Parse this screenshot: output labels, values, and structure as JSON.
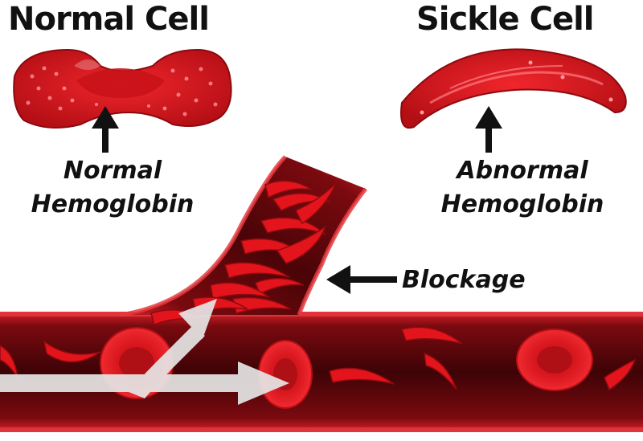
{
  "titles": {
    "normal": "Normal Cell",
    "sickle": "Sickle Cell"
  },
  "captions": {
    "normal_line1": "Normal",
    "normal_line2": "Hemoglobin",
    "abnormal_line1": "Abnormal",
    "abnormal_line2": "Hemoglobin",
    "blockage": "Blockage"
  },
  "colors": {
    "vessel_outer": "#b5121b",
    "vessel_inner": "#5a0508",
    "cell_red": "#e3141c",
    "cell_dark": "#a80f14",
    "flow_arrow": "#e6e6e6",
    "text": "#111111"
  },
  "icons": [
    "arrow-up-icon",
    "arrow-left-icon",
    "flow-arrow-icon"
  ]
}
